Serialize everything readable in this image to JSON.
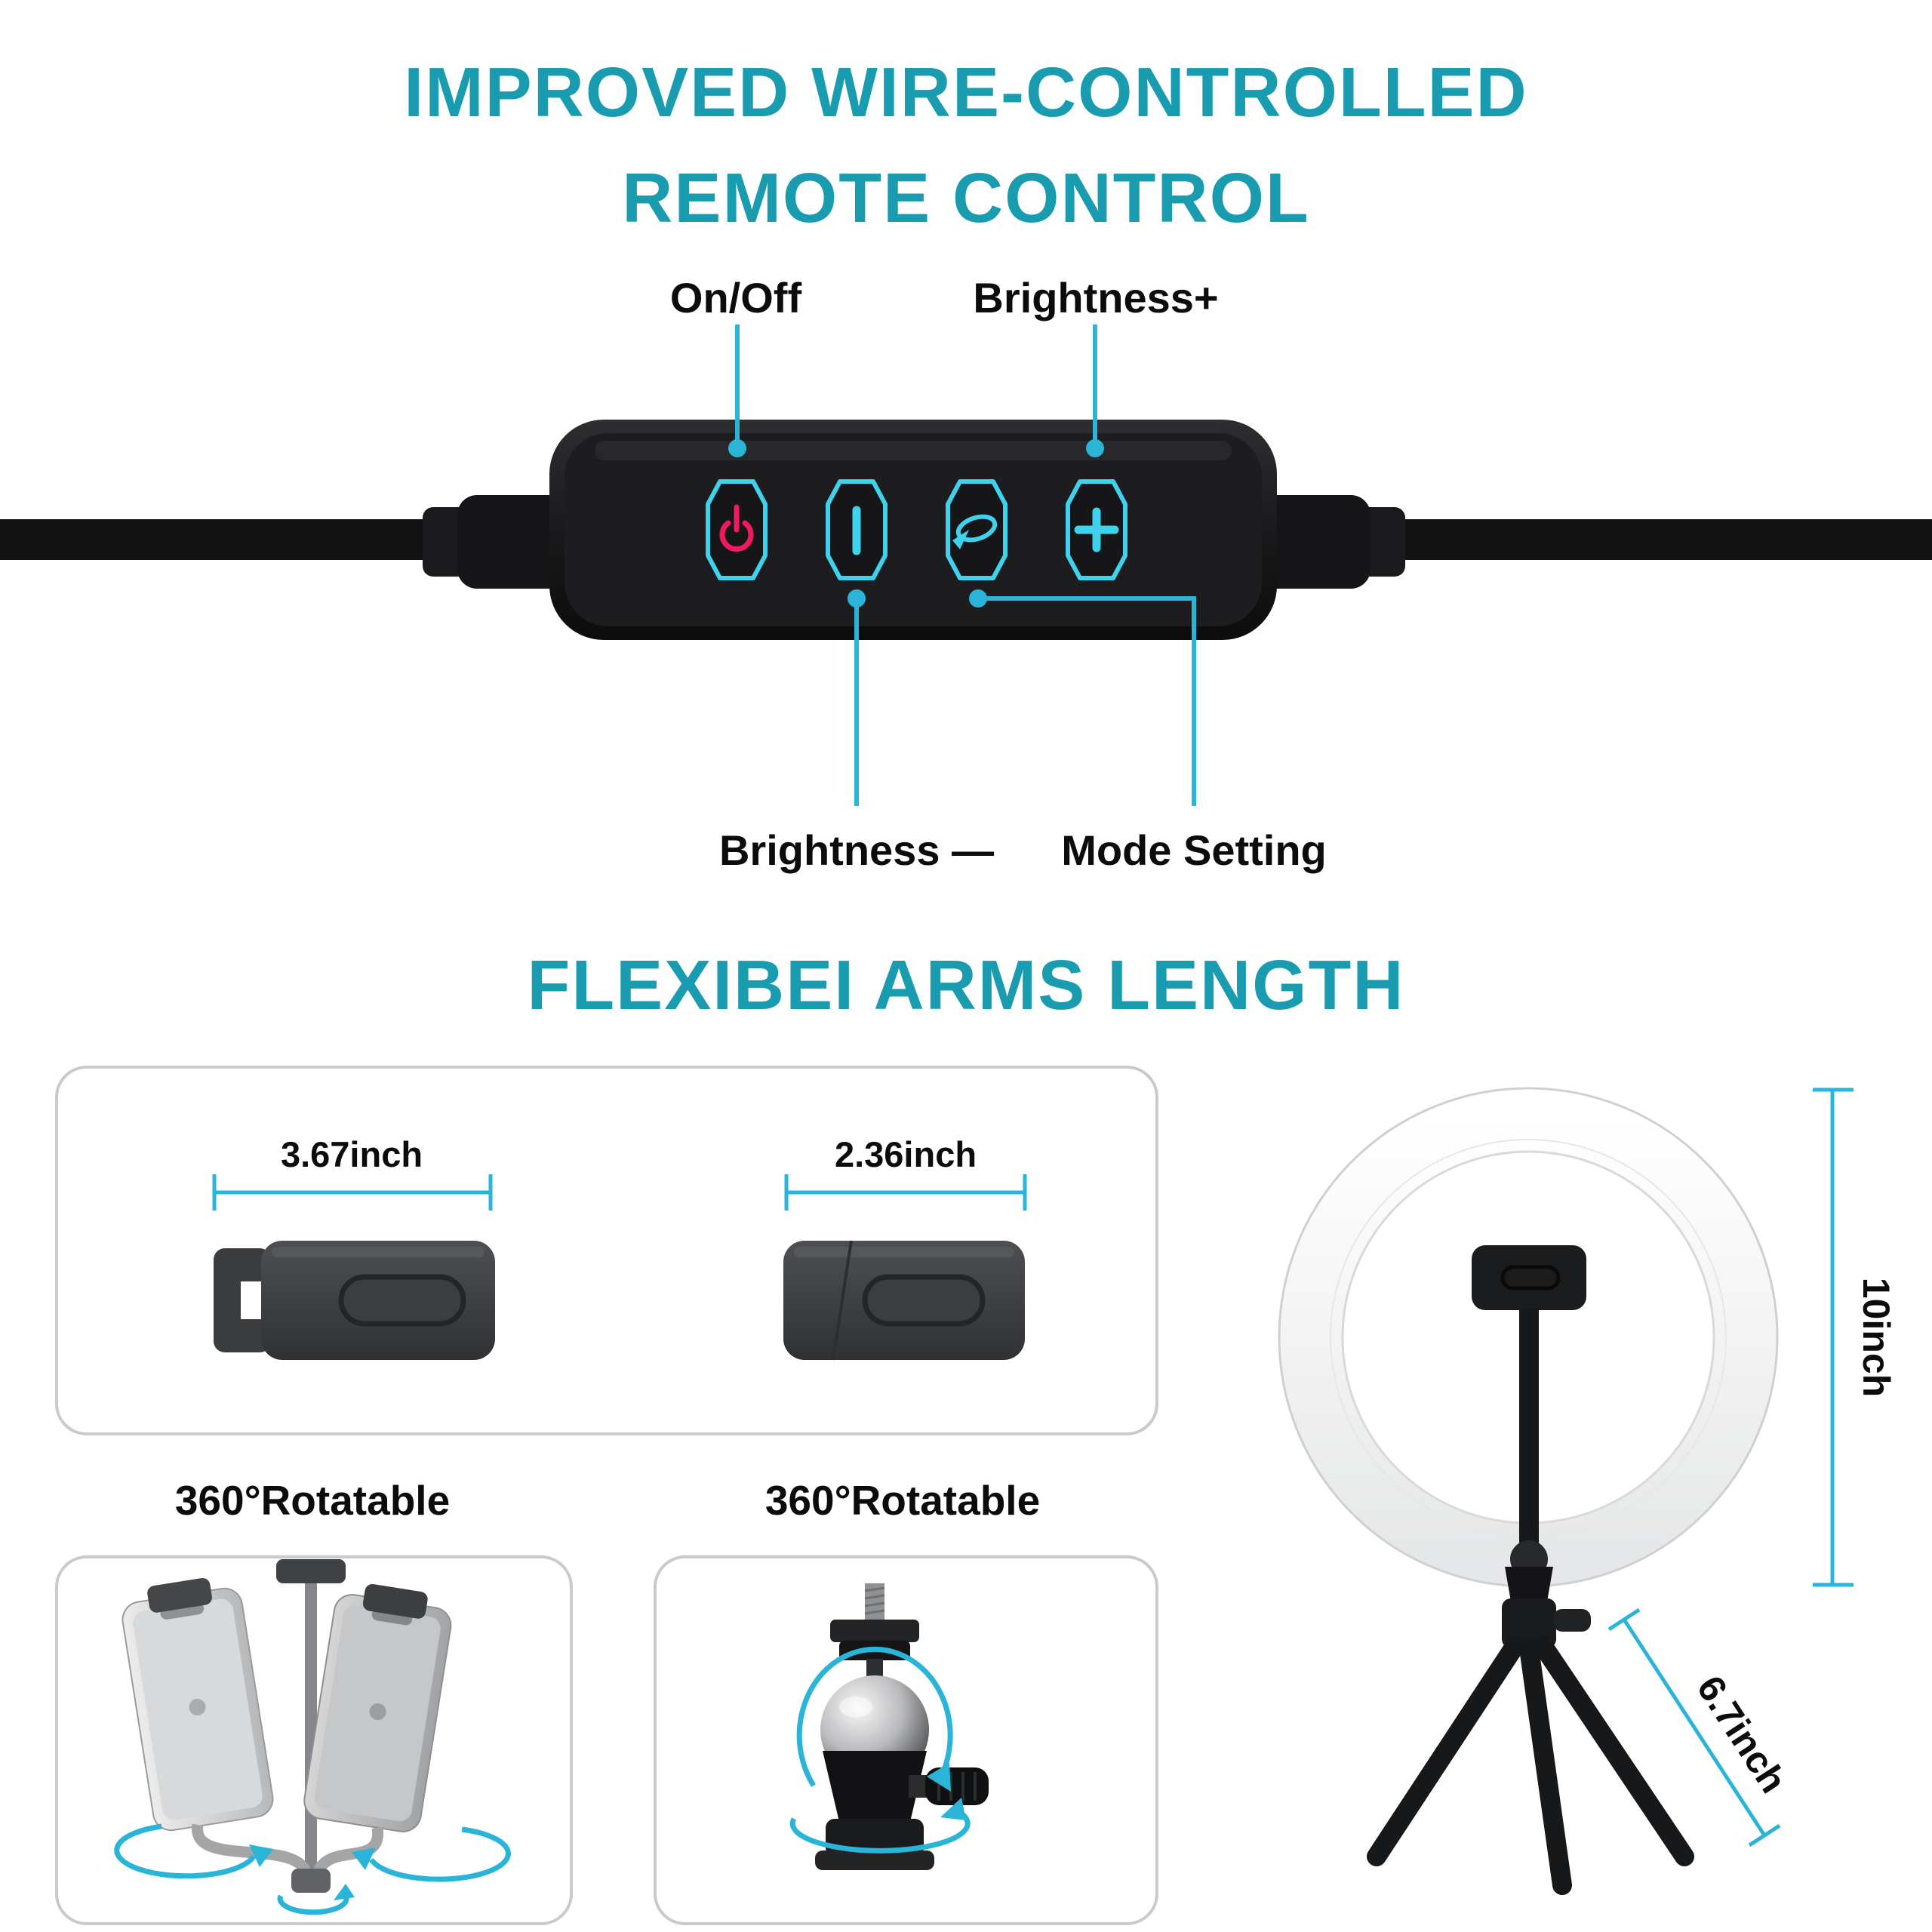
{
  "header": {
    "title_line1": "IMPROVED WIRE-CONTROLLED",
    "title_line2": "REMOTE CONTROL"
  },
  "remote": {
    "label_on_off": "On/Off",
    "label_brightness_plus": "Brightness+",
    "label_brightness_minus": "Brightness —",
    "label_mode_setting": "Mode Setting",
    "buttons": [
      {
        "name": "power",
        "icon": "power-symbol"
      },
      {
        "name": "brightness-minus",
        "icon": "vertical-bar"
      },
      {
        "name": "mode",
        "icon": "cycle-arrow"
      },
      {
        "name": "brightness-plus",
        "icon": "plus"
      }
    ]
  },
  "arms_section": {
    "title": "FLEXIBEI ARMS LENGTH",
    "clamp_large_width": "3.67inch",
    "clamp_small_width": "2.36inch",
    "rotatable_label_left": "360°Rotatable",
    "rotatable_label_center": "360°Rotatable"
  },
  "ring_light": {
    "diameter_label": "10inch",
    "tripod_leg_label": "6.7inch"
  },
  "colors": {
    "heading_teal": "#1a9cb0",
    "callout_cyan": "#2ab5d8",
    "button_outline_cyan": "#3fd2ec",
    "power_pink": "#ee1b5e",
    "remote_black": "#161618",
    "box_border_gray": "#c9cacb"
  }
}
